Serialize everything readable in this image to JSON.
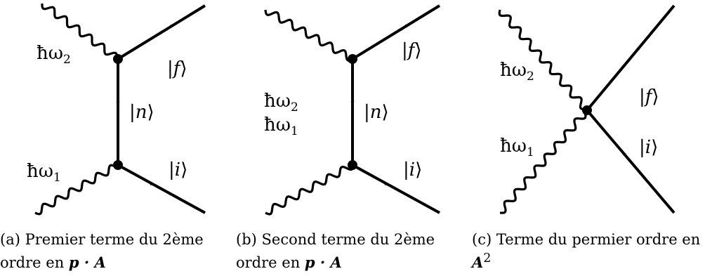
{
  "diagrams": [
    {
      "photon_top": {
        "symbol": "ħω",
        "sub": "2"
      },
      "photon_bottom": {
        "symbol": "ħω",
        "sub": "1"
      },
      "state_final": {
        "open": "|",
        "letter": "f",
        "close": "⟩"
      },
      "state_intermediate": {
        "open": "|",
        "letter": "n",
        "close": "⟩"
      },
      "state_initial": {
        "open": "|",
        "letter": "i",
        "close": "⟩"
      },
      "caption": {
        "tag": "(a)",
        "text": "Premier terme du 2ème ordre en",
        "math": "p · A",
        "sup": ""
      }
    },
    {
      "photon_top": {
        "symbol": "ħω",
        "sub": "2"
      },
      "photon_bottom": {
        "symbol": "ħω",
        "sub": "1"
      },
      "state_final": {
        "open": "|",
        "letter": "f",
        "close": "⟩"
      },
      "state_intermediate": {
        "open": "|",
        "letter": "n",
        "close": "⟩"
      },
      "state_initial": {
        "open": "|",
        "letter": "i",
        "close": "⟩"
      },
      "caption": {
        "tag": "(b)",
        "text": "Second terme du 2ème ordre en",
        "math": "p · A",
        "sup": ""
      }
    },
    {
      "photon_top": {
        "symbol": "ħω",
        "sub": "2"
      },
      "photon_bottom": {
        "symbol": "ħω",
        "sub": "1"
      },
      "state_final": {
        "open": "|",
        "letter": "f",
        "close": "⟩"
      },
      "state_initial": {
        "open": "|",
        "letter": "i",
        "close": "⟩"
      },
      "caption": {
        "tag": "(c)",
        "text": "Terme du permier ordre en",
        "math": "A",
        "sup": "2"
      }
    }
  ]
}
